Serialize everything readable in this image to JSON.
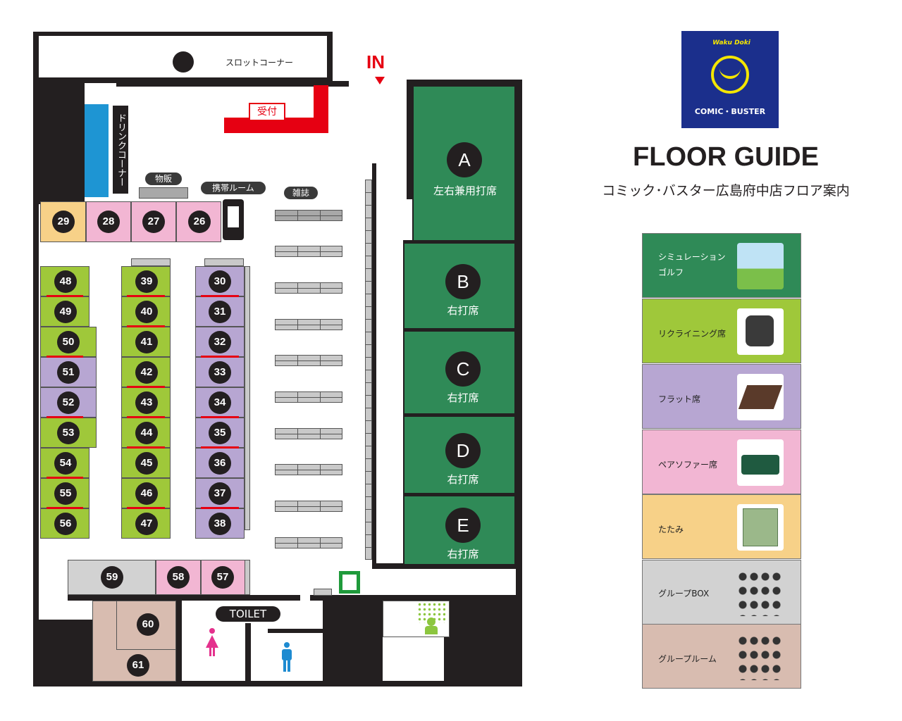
{
  "brand": {
    "logo_top": "Waku Doki",
    "logo_bottom": "COMIC・BUSTER",
    "logo_bg": "#1b2f8c",
    "logo_yellow": "#f4e600"
  },
  "title": "FLOOR GUIDE",
  "subtitle": "コミック･バスター広島府中店フロア案内",
  "map": {
    "slot_corner": "スロットコーナー",
    "entrance": "IN",
    "reception": "受付",
    "drink_corner": "ドリンクコーナー",
    "shop": "物販",
    "phone_room": "携帯ルーム",
    "magazines": "雑誌",
    "toilet": "TOILET",
    "golf_bays": [
      {
        "letter": "A",
        "label": "左右兼用打席"
      },
      {
        "letter": "B",
        "label": "右打席"
      },
      {
        "letter": "C",
        "label": "右打席"
      },
      {
        "letter": "D",
        "label": "右打席"
      },
      {
        "letter": "E",
        "label": "右打席"
      }
    ],
    "top_row": [
      "29",
      "28",
      "27",
      "26"
    ],
    "col1": [
      "48",
      "49",
      "50",
      "51",
      "52",
      "53",
      "54",
      "55",
      "56"
    ],
    "col2": [
      "39",
      "40",
      "41",
      "42",
      "43",
      "44",
      "45",
      "46",
      "47"
    ],
    "col3": [
      "30",
      "31",
      "32",
      "33",
      "34",
      "35",
      "36",
      "37",
      "38"
    ],
    "bottom_row": [
      "59",
      "58",
      "57"
    ],
    "group": [
      "60",
      "61"
    ]
  },
  "legend": [
    {
      "label_1": "シミュレーション",
      "label_2": "ゴルフ",
      "color": "#2f8a57",
      "icon": "golfer-photo"
    },
    {
      "label_1": "リクライニング席",
      "label_2": "",
      "color": "#9fc83a",
      "icon": "recliner-chair-photo"
    },
    {
      "label_1": "フラット席",
      "label_2": "",
      "color": "#b7a6d2",
      "icon": "flat-mat-photo"
    },
    {
      "label_1": "ペアソファー席",
      "label_2": "",
      "color": "#f2b6d3",
      "icon": "pair-sofa-photo"
    },
    {
      "label_1": "たたみ",
      "label_2": "",
      "color": "#f7d188",
      "icon": "tatami-photo"
    },
    {
      "label_1": "グループBOX",
      "label_2": "",
      "color": "#d2d2d2",
      "icon": "group-people-photo"
    },
    {
      "label_1": "グループルーム",
      "label_2": "",
      "color": "#d8bcb0",
      "icon": "group-people-photo"
    }
  ]
}
